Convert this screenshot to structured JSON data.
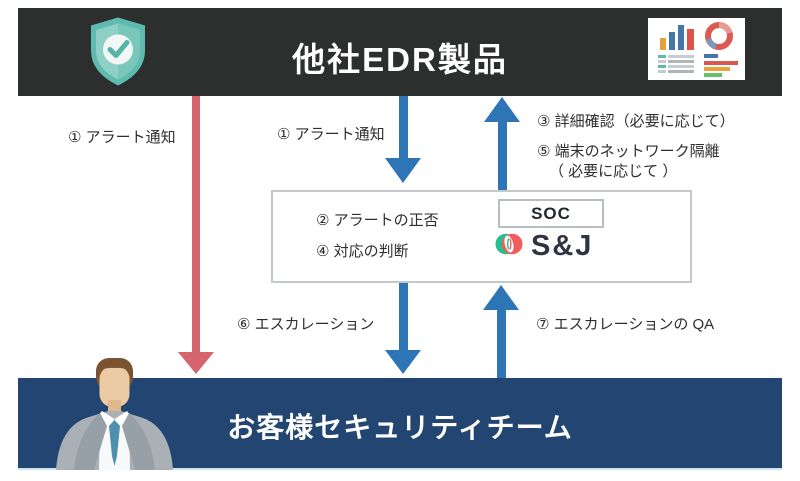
{
  "top_bar": {
    "title": "他社EDR製品"
  },
  "flows": {
    "alert_left": "① アラート通知",
    "alert_center": "① アラート通知",
    "detail_check": "③ 詳細確認（必要に応じて）",
    "isolation_line1": "⑤ 端末のネットワーク隔離",
    "isolation_line2": "（ 必要に応じて ）",
    "escalation": "⑥ エスカレーション",
    "escalation_qa": "⑦ エスカレーションの QA"
  },
  "soc_box": {
    "item1": "② アラートの正否",
    "item2": "④ 対応の判断",
    "soc_label": "SOC",
    "brand_name": "S&J"
  },
  "bottom_bar": {
    "title": "お客様セキュリティチーム"
  },
  "icons": {
    "shield": "shield-check-icon",
    "dashboard": "dashboard-charts-icon",
    "brand_logo": "sj-logo-icon",
    "person": "businessman-avatar"
  },
  "colors": {
    "top_bar_bg": "#2d2e2e",
    "bottom_bar_bg": "#234571",
    "arrow_blue": "#2e75b6",
    "arrow_red": "#d5646e",
    "brand_green": "#29bd8d",
    "brand_red": "#f15d5d",
    "shield_teal": "#5fbbaf"
  }
}
